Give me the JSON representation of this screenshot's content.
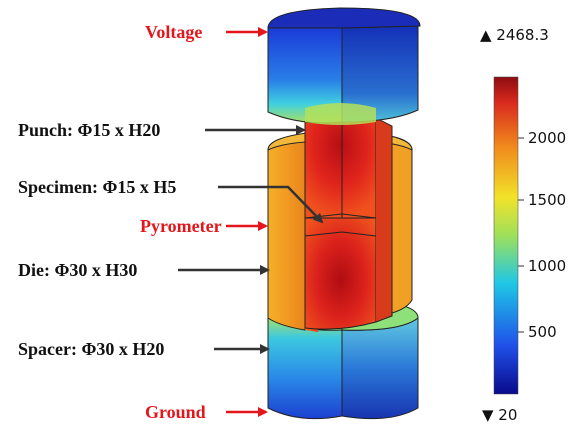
{
  "labels": {
    "voltage": "Voltage",
    "punch": "Punch: Φ15 x H20",
    "specimen": "Specimen: Φ15 x H5",
    "pyrometer": "Pyrometer",
    "die": "Die: Φ30 x H30",
    "spacer": "Spacer: Φ30 x H20",
    "ground": "Ground"
  },
  "colorbar": {
    "max_label": "▲ 2468.3",
    "min_label": "▼ 20",
    "ticks": [
      "2000",
      "1500",
      "1000",
      "500"
    ]
  },
  "colors": {
    "label_red": "#e3161c",
    "label_black": "#111111",
    "hot": "#d8201e",
    "warm": "#f08a1c",
    "cool": "#1f6fe0"
  }
}
